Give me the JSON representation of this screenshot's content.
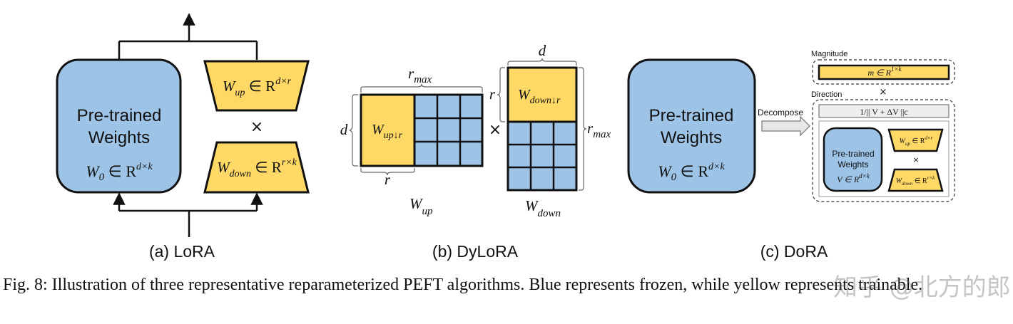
{
  "colors": {
    "frozen": "#9dc3e6",
    "trainable": "#ffd966",
    "line": "#111111",
    "norm_box": "#eeeeee"
  },
  "lora": {
    "pretrained_line1": "Pre-trained",
    "pretrained_line2": "Weights",
    "w0_base": "W",
    "w0_sub": "0",
    "w0_rest": " ∈ R",
    "w0_sup": "d×k",
    "wup_base": "W",
    "wup_sub": "up",
    "wup_rest": " ∈ R",
    "wup_sup": "d×r",
    "wdown_base": "W",
    "wdown_sub": "down",
    "wdown_rest": " ∈ R",
    "wdown_sup": "r×k",
    "times": "×",
    "caption": "(a) LoRA"
  },
  "dylora": {
    "rmax_top_base": "r",
    "rmax_top_sub": "max",
    "d_left": "d",
    "r_bottom": "r",
    "wup_box_base": "W",
    "wup_box_sub": "up↓r",
    "times": "×",
    "d_top": "d",
    "r_left": "r",
    "rmax_right_base": "r",
    "rmax_right_sub": "max",
    "wdown_box_base": "W",
    "wdown_box_sub": "down↓r",
    "wup_label_base": "W",
    "wup_label_sub": "up",
    "wdown_label_base": "W",
    "wdown_label_sub": "down",
    "caption": "(b) DyLoRA"
  },
  "dora": {
    "pretrained_line1": "Pre-trained",
    "pretrained_line2": "Weights",
    "w0_base": "W",
    "w0_sub": "0",
    "w0_rest": " ∈ R",
    "w0_sup": "d×k",
    "decompose": "Decompose",
    "magnitude_label": "Magnitude",
    "m_text": "m ∈ R",
    "m_sup": "1×k",
    "times": "×",
    "direction_label": "Direction",
    "norm_text": "1/|| V + ΔV ||c",
    "v_line1": "Pre-trained",
    "v_line2": "Weights",
    "v_text": "V ∈ R",
    "v_sup": "d×k",
    "small_wup_base": "W",
    "small_wup_sub": "up",
    "small_wup_rest": " ∈ R",
    "small_wup_sup": "d×r",
    "small_wdown_base": "W",
    "small_wdown_sub": "down",
    "small_wdown_rest": " ∈ R",
    "small_wdown_sup": "r×k",
    "small_times": "×",
    "caption": "(c) DoRA"
  },
  "figure_caption": "Fig. 8: Illustration of three representative reparameterized PEFT algorithms. Blue represents frozen, while yellow represents trainable.",
  "watermark": "知乎 @北方的郎"
}
